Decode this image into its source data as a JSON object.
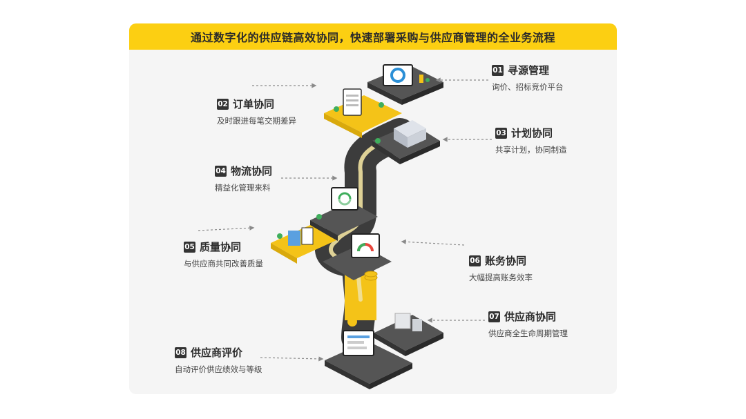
{
  "banner": {
    "title": "通过数字化的供应链高效协同，快速部署采购与供应商管理的全业务流程"
  },
  "steps": [
    {
      "num": "01",
      "title": "寻源管理",
      "desc": "询价、招标竞价平台"
    },
    {
      "num": "02",
      "title": "订单协同",
      "desc": "及时跟进每笔交期差异"
    },
    {
      "num": "03",
      "title": "计划协同",
      "desc": "共享计划，协同制造"
    },
    {
      "num": "04",
      "title": "物流协同",
      "desc": "精益化管理来料"
    },
    {
      "num": "05",
      "title": "质量协同",
      "desc": "与供应商共同改善质量"
    },
    {
      "num": "06",
      "title": "账务协同",
      "desc": "大幅提高账务效率"
    },
    {
      "num": "07",
      "title": "供应商协同",
      "desc": "供应商全生命周期管理"
    },
    {
      "num": "08",
      "title": "供应商评价",
      "desc": "自动评价供应绩效与等级"
    }
  ],
  "colors": {
    "accent": "#fccf12",
    "dark": "#3a3a3a",
    "platform": "#4a4a4a"
  }
}
